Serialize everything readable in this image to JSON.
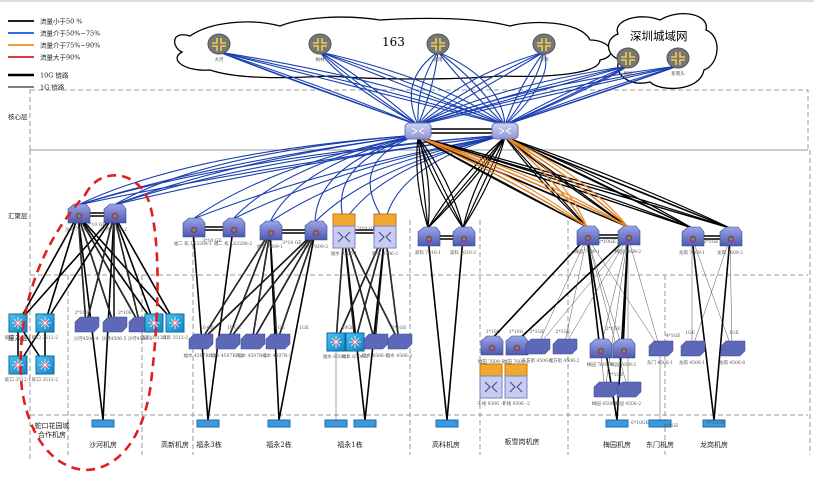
{
  "legend": {
    "items": [
      {
        "label": "流量小于50 %",
        "color": "#000000",
        "kind": "traffic"
      },
      {
        "label": "流量介于50%~75%",
        "color": "#1a56d6",
        "kind": "traffic"
      },
      {
        "label": "流量介于75%~90%",
        "color": "#f08a24",
        "kind": "traffic"
      },
      {
        "label": "流量大于90%",
        "color": "#d22020",
        "kind": "traffic"
      },
      {
        "label": "10G 链路",
        "color": "#000000",
        "kind": "thick"
      },
      {
        "label": "1G 链路",
        "color": "#000000",
        "kind": "thin"
      }
    ]
  },
  "clouds": {
    "isp": {
      "name": "163",
      "routers": [
        "大河",
        "梅林",
        "新南",
        "深圳"
      ]
    },
    "metro": {
      "name": "深圳城域网",
      "routers": [
        "梅园",
        "新南头"
      ]
    }
  },
  "layers": [
    "核心层",
    "汇聚层",
    "接入层"
  ],
  "colors": {
    "traffic_low": "#000000",
    "traffic_mid": "#1a3fb0",
    "traffic_high": "#f08a24",
    "highlight": "#e02020",
    "device_blue": "#6a78c8",
    "access_cyan": "#1fa3d8"
  },
  "core": {
    "labels": [
      "",
      ""
    ]
  },
  "aggregation": {
    "groups": [
      {
        "devices": [
          "沙河 7609-1",
          "沙河 7609-2"
        ],
        "link": "2*10 GE"
      },
      {
        "devices": [
          "福二 栋 LS3208-1",
          "福二 栋 LS3208-2"
        ],
        "link": "3*10 GE"
      },
      {
        "devices": [
          "福水 7609-1",
          "福水 7609-2"
        ],
        "link": "2*10 GE"
      },
      {
        "devices": [
          "福水 9306-1",
          "福水 9306-2"
        ],
        "link": "2*10 GE"
      },
      {
        "devices": [
          "高科 7010-1",
          "高科 7010-2"
        ],
        "link": ""
      },
      {
        "devices": [
          "梅园 7609-1",
          "梅园 7609-2"
        ],
        "link": "2*10GE"
      },
      {
        "devices": [
          "龙岗 7609-1",
          "龙岗 7609-2"
        ],
        "link": "2*1GE"
      }
    ]
  },
  "access": {
    "link_labels": [
      "2*1GE",
      "2*10E",
      "10 GE",
      "10 GE",
      "1GE",
      "1GE",
      "10GE",
      "2*1GE",
      "1*10G",
      "1*10G",
      "2*1GE",
      "2*1GE",
      "2*1GE",
      "2*1GE",
      "4*1GE",
      "1GE",
      "1GE",
      "6*10GE",
      "4*1GE",
      "4*10GE"
    ],
    "devices": [
      {
        "name": "蛇口 3512-1"
      },
      {
        "name": "蛇口 3512-2"
      },
      {
        "name": "蛇口 3512-1"
      },
      {
        "name": "蛇口 3512-2"
      },
      {
        "name": "沙河4506-4"
      },
      {
        "name": "沙河4506-5"
      },
      {
        "name": "沙河4506-6"
      },
      {
        "name": "高新 3512-1"
      },
      {
        "name": "高新 3512-2"
      },
      {
        "name": "福水 4507RE-1"
      },
      {
        "name": "福水 4507RE-2"
      },
      {
        "name": "福水 4507R-1"
      },
      {
        "name": "福水 4507R-2"
      },
      {
        "name": "福水 6506-1"
      },
      {
        "name": "福水 6506-2"
      },
      {
        "name": "福水 4506-1"
      },
      {
        "name": "福水 4506-2"
      },
      {
        "name": "福田 7609-1"
      },
      {
        "name": "福田 7609-2"
      },
      {
        "name": "东方街 4506-1"
      },
      {
        "name": "福方街 4506-2"
      },
      {
        "name": "干线 9306 -1"
      },
      {
        "name": "干线 9306 -2"
      },
      {
        "name": "梅园 7609-1"
      },
      {
        "name": "梅园 7609-2"
      },
      {
        "name": "梅园 4506-1"
      },
      {
        "name": "梅园 4506-2"
      },
      {
        "name": "东门 4506-1"
      },
      {
        "name": "龙岗 4506-1"
      },
      {
        "name": "龙岗 4506-8"
      }
    ]
  },
  "rooms": [
    "蛇口花园城 合作机房",
    "沙河机房",
    "高新机房",
    "福永3栋",
    "福永2栋",
    "福永1栋",
    "高科机房",
    "板雪岗机房",
    "梅园机房",
    "东门机房",
    "龙岗机房"
  ]
}
